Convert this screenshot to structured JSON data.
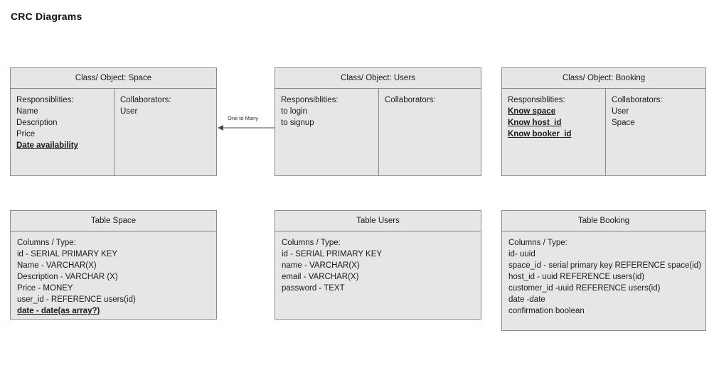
{
  "page": {
    "title": "CRC Diagrams"
  },
  "connector": {
    "label": "One to Many",
    "arrow_direction": "left"
  },
  "colors": {
    "box_fill": "#e6e6e6",
    "box_border": "#8a8a8a",
    "text": "#1a1a1a",
    "page_background": "#ffffff"
  },
  "crc_cards": [
    {
      "header": "Class/ Object: Space",
      "left_column": {
        "heading": "Responsiblities:",
        "items": [
          {
            "text": "Name",
            "emphasis": false
          },
          {
            "text": "Description",
            "emphasis": false
          },
          {
            "text": "Price",
            "emphasis": false
          },
          {
            "text": "Date availability",
            "emphasis": true
          }
        ]
      },
      "right_column": {
        "heading": "Collaborators:",
        "items": [
          {
            "text": "User",
            "emphasis": false
          }
        ]
      }
    },
    {
      "header": "Class/ Object: Users",
      "left_column": {
        "heading": "Responsiblities:",
        "items": [
          {
            "text": "to login",
            "emphasis": false
          },
          {
            "text": "to signup",
            "emphasis": false
          }
        ]
      },
      "right_column": {
        "heading": "Collaborators:",
        "items": []
      }
    },
    {
      "header": "Class/ Object: Booking",
      "left_column": {
        "heading": "Responsiblities:",
        "items": [
          {
            "text": "Know space",
            "emphasis": true
          },
          {
            "text": "Know host_id",
            "emphasis": true
          },
          {
            "text": "Know booker_id",
            "emphasis": true
          }
        ]
      },
      "right_column": {
        "heading": "Collaborators:",
        "items": [
          {
            "text": "User",
            "emphasis": false
          },
          {
            "text": "Space",
            "emphasis": false
          }
        ]
      }
    }
  ],
  "table_cards": [
    {
      "header": "Table Space",
      "heading": "Columns / Type:",
      "items": [
        {
          "text": "id - SERIAL PRIMARY KEY",
          "emphasis": false
        },
        {
          "text": "Name - VARCHAR(X)",
          "emphasis": false
        },
        {
          "text": "Description - VARCHAR (X)",
          "emphasis": false
        },
        {
          "text": "Price - MONEY",
          "emphasis": false
        },
        {
          "text": "user_id - REFERENCE users(id)",
          "emphasis": false
        },
        {
          "text": "date - date(as array?)",
          "emphasis": true
        }
      ]
    },
    {
      "header": "Table Users",
      "heading": "Columns / Type:",
      "items": [
        {
          "text": "id - SERIAL PRIMARY KEY",
          "emphasis": false
        },
        {
          "text": "name - VARCHAR(X)",
          "emphasis": false
        },
        {
          "text": "email - VARCHAR(X)",
          "emphasis": false
        },
        {
          "text": "password - TEXT",
          "emphasis": false
        }
      ]
    },
    {
      "header": "Table Booking",
      "heading": "Columns / Type:",
      "items": [
        {
          "text": "id- uuid",
          "emphasis": false
        },
        {
          "text": "space_id - serial primary key REFERENCE space(id)",
          "emphasis": false
        },
        {
          "text": "host_id - uuid REFERENCE users(id)",
          "emphasis": false
        },
        {
          "text": "customer_id -uuid REFERENCE users(id)",
          "emphasis": false
        },
        {
          "text": "date -date",
          "emphasis": false
        },
        {
          "text": "confirmation boolean",
          "emphasis": false
        }
      ]
    }
  ]
}
